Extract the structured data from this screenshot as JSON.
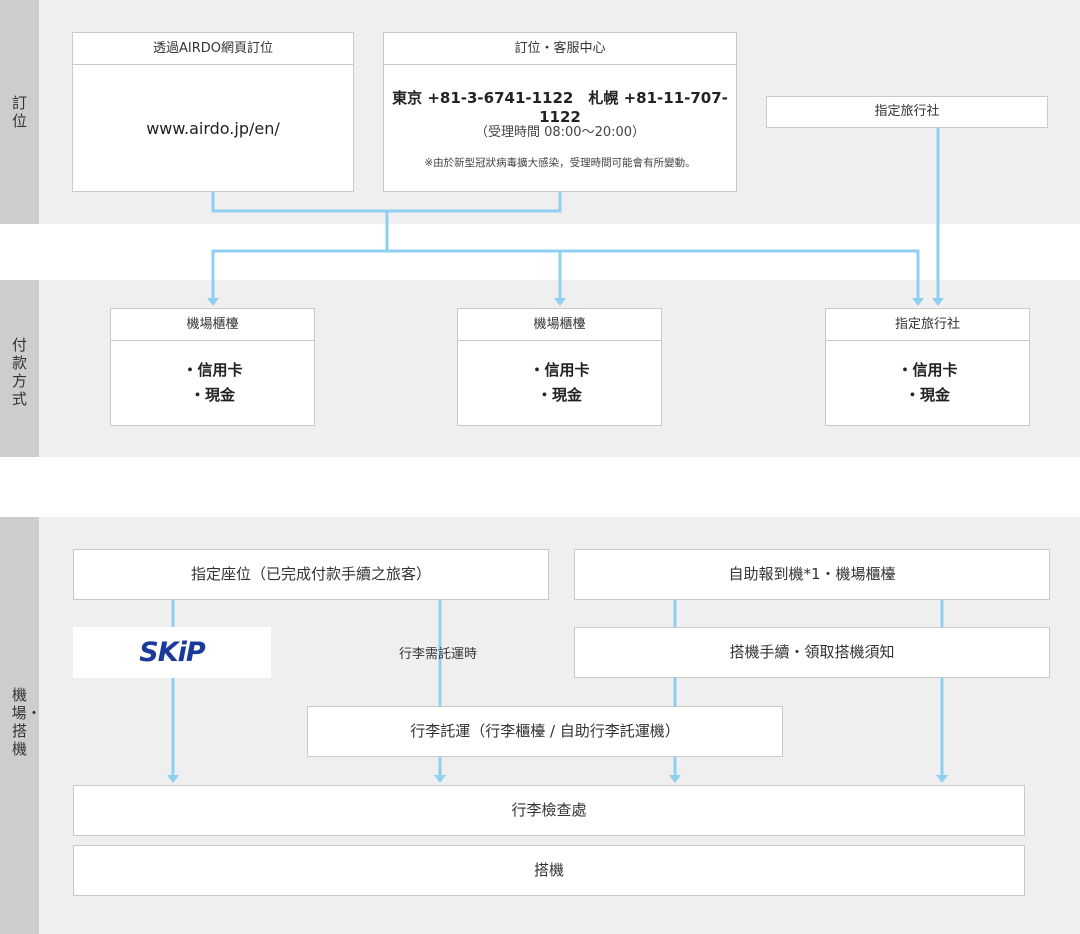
{
  "sections": {
    "reservation": "訂位",
    "payment": "付款方式",
    "airport": "機場・搭機"
  },
  "reservation": {
    "web": {
      "title": "透過AIRDO網頁訂位",
      "url": "www.airdo.jp/en/"
    },
    "callcenter": {
      "title": "訂位・客服中心",
      "phones": "東京 +81-3-6741-1122　札幌 +81-11-707-1122",
      "hours": "（受理時間 08:00～20:00）",
      "note": "※由於新型冠狀病毒擴大感染，受理時間可能會有所變動。"
    },
    "agency": "指定旅行社"
  },
  "payment": {
    "boxes": [
      {
        "title": "機場櫃檯",
        "items": [
          "・信用卡",
          "・現金"
        ]
      },
      {
        "title": "機場櫃檯",
        "items": [
          "・信用卡",
          "・現金"
        ]
      },
      {
        "title": "指定旅行社",
        "items": [
          "・信用卡",
          "・現金"
        ]
      }
    ]
  },
  "airport": {
    "reserved_seat": "指定座位（已完成付款手續之旅客）",
    "kiosk": "自助報到機*1・機場櫃檯",
    "skip_logo": "SKiP",
    "baggage_note": "行李需託運時",
    "checkin": "搭機手續・領取搭機須知",
    "baggage_drop": "行李託運（行李櫃檯 / 自助行李託運機）",
    "security": "行李檢查處",
    "boarding": "搭機"
  },
  "colors": {
    "arrow": "#8fd0f0",
    "skip_logo": "#1a3a9a",
    "band": "#efefef",
    "sidebar": "#cdcdcd"
  }
}
